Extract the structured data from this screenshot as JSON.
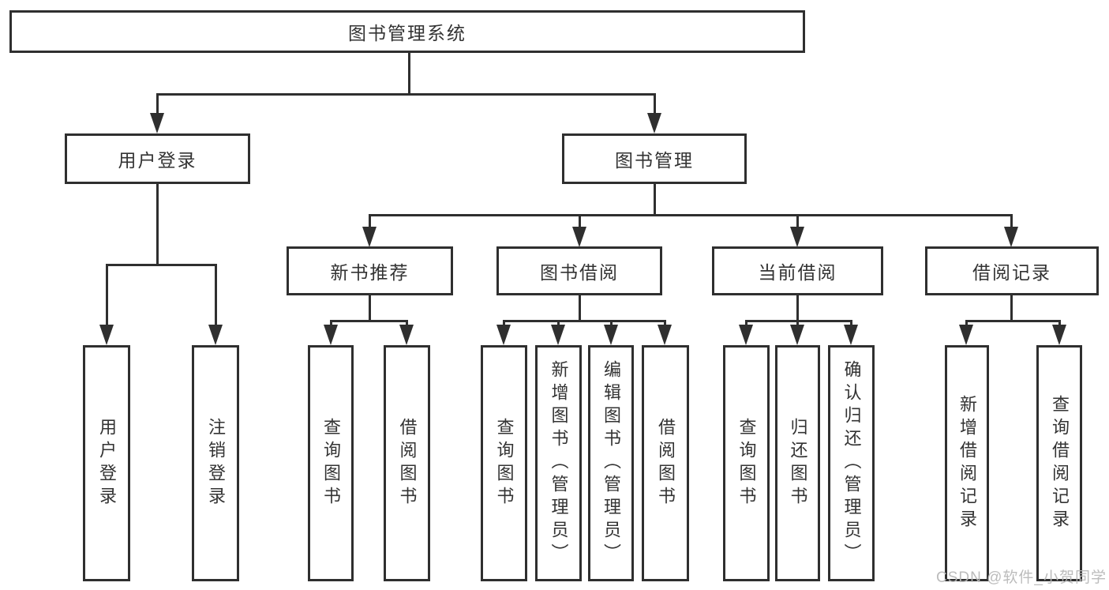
{
  "diagram": {
    "type": "hierarchy-diagram",
    "tree": {
      "root": {
        "label": "图书管理系统",
        "children": [
          {
            "label": "用户登录",
            "children": [
              {
                "label": "用户登录"
              },
              {
                "label": "注销登录"
              }
            ]
          },
          {
            "label": "图书管理",
            "children": [
              {
                "label": "新书推荐",
                "children": [
                  {
                    "label": "查询图书"
                  },
                  {
                    "label": "借阅图书"
                  }
                ]
              },
              {
                "label": "图书借阅",
                "children": [
                  {
                    "label": "查询图书"
                  },
                  {
                    "label": "新增图书（管理员）"
                  },
                  {
                    "label": "编辑图书（管理员）"
                  },
                  {
                    "label": "借阅图书"
                  }
                ]
              },
              {
                "label": "当前借阅",
                "children": [
                  {
                    "label": "查询图书"
                  },
                  {
                    "label": "归还图书"
                  },
                  {
                    "label": "确认归还（管理员）"
                  }
                ]
              },
              {
                "label": "借阅记录",
                "children": [
                  {
                    "label": "新增借阅记录"
                  },
                  {
                    "label": "查询借阅记录"
                  }
                ]
              }
            ]
          }
        ]
      }
    },
    "watermark": "CSDN @软件_小贺同学",
    "colors": {
      "line": "#2f2f2f",
      "text": "#333333",
      "background": "#ffffff",
      "watermark": "#b8b8b8"
    }
  }
}
